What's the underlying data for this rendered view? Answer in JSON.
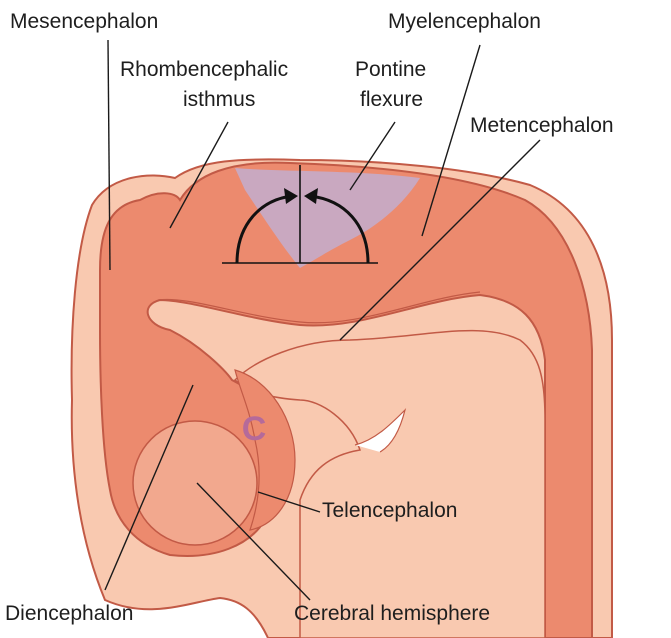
{
  "labels": {
    "mesencephalon": "Mesencephalon",
    "myelencephalon": "Myelencephalon",
    "rhombencephalic_line1": "Rhombencephalic",
    "rhombencephalic_line2": "isthmus",
    "pontine_line1": "Pontine",
    "pontine_line2": "flexure",
    "metencephalon": "Metencephalon",
    "telencephalon": "Telencephalon",
    "diencephalon": "Diencephalon",
    "cerebral_hemisphere": "Cerebral hemisphere",
    "c_mark": "C"
  },
  "colors": {
    "outer_tissue": "#f9c9b0",
    "neural_tube": "#ec8a6e",
    "flexure_region": "#c9a8c0",
    "c_mark": "#b56a9a",
    "outline": "#c25a46",
    "text": "#1e1e1e"
  }
}
